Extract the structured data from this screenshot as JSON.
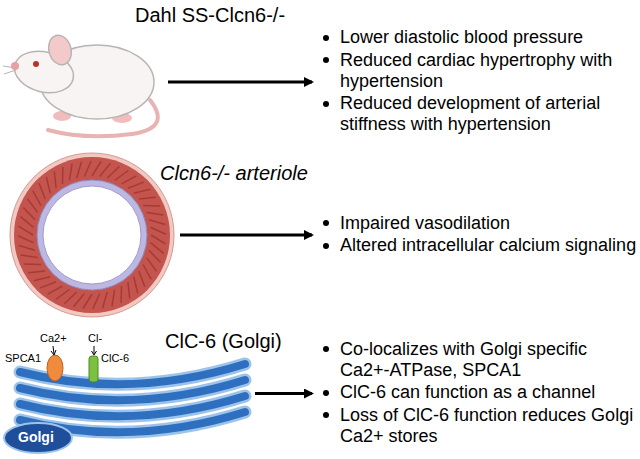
{
  "diagram": {
    "nodes": [
      {
        "text": [
          "Dahl SS-Clcn6-/-"
        ]
      },
      {
        "text": [
          "Lower diastolic blood pressure",
          "Reduced cardiac hypertrophy with hypertension",
          "Reduced development of arterial stiffness with hypertension"
        ]
      },
      {
        "text": [
          "Clcn6-/- arteriole"
        ]
      },
      {
        "text": [
          "Impaired vasodilation",
          "Altered intracellular calcium signaling"
        ]
      },
      {
        "text": [
          "ClC-6 (Golgi)"
        ]
      },
      {
        "text": [
          "Co-localizes with Golgi specific Ca2+-ATPase, SPCA1",
          "ClC-6 can function as a channel",
          "Loss of ClC-6 function reduces Golgi Ca2+ stores"
        ]
      }
    ],
    "edges": [
      {
        "from": 0,
        "to": 1,
        "arrow": "to"
      },
      {
        "from": 2,
        "to": 3,
        "arrow": "to"
      },
      {
        "from": 4,
        "to": 5,
        "arrow": "to"
      }
    ],
    "labels": [
      "Ca2+",
      "SPCA1",
      "Cl-",
      "ClC-6",
      "Golgi"
    ]
  }
}
